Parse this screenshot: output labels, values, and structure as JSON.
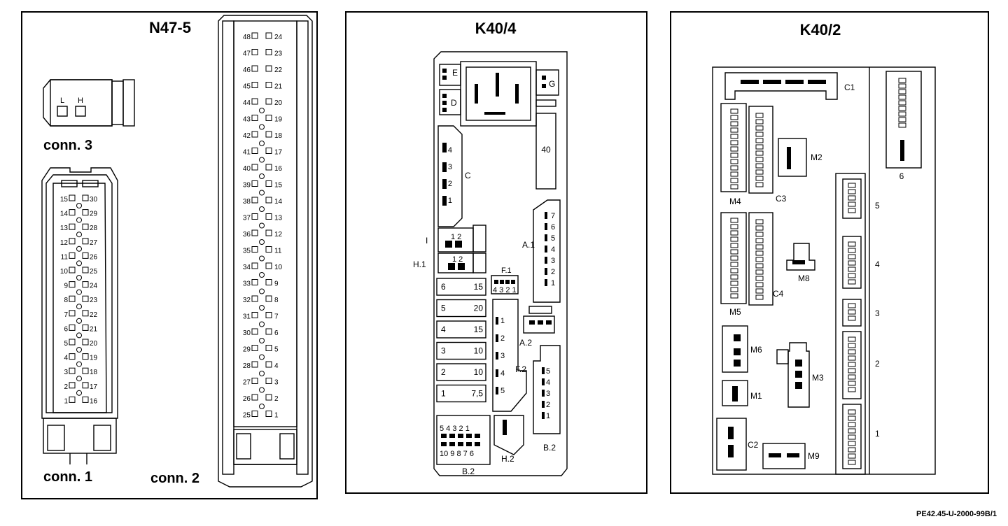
{
  "panels": {
    "n47": {
      "title": "N47-5",
      "conn3": {
        "caption": "conn. 3",
        "pin_l": "L",
        "pin_h": "H"
      },
      "conn1": {
        "caption": "conn. 1"
      },
      "conn2": {
        "caption": "conn. 2"
      }
    },
    "k40_4": {
      "title": "K40/4",
      "labels": {
        "E": "E",
        "D": "D",
        "G": "G",
        "C": "C",
        "I": "I",
        "H1": "H.1",
        "A1": "A.1",
        "F1": "F.1",
        "A2": "A.2",
        "F2": "F.2",
        "B2a": "B.2",
        "B2b": "B.2",
        "H2": "H.2",
        "relay40": "40",
        "I_pins": "1 2",
        "H1_pins": "1 2",
        "F1_pins": "4 3 2 1",
        "B2_top": "5 4 3 2 1",
        "B2_bot": "10 9 8 7 6"
      }
    },
    "k40_2": {
      "title": "K40/2",
      "labels": {
        "C1": "C1",
        "M2": "M2",
        "C3": "C3",
        "M4": "M4",
        "M8": "M8",
        "C4": "C4",
        "M5": "M5",
        "M6": "M6",
        "M3": "M3",
        "M1": "M1",
        "C2": "C2",
        "M9": "M9",
        "n6": "6",
        "n5": "5",
        "n4": "4",
        "n3": "3",
        "n2": "2",
        "n1": "1"
      }
    }
  },
  "footer": {
    "code": "PE42.45-U-2000-99B/1"
  },
  "pin_numbers": {
    "conn1_left": [
      "15",
      "14",
      "13",
      "12",
      "11",
      "10",
      "9",
      "8",
      "7",
      "6",
      "5",
      "4",
      "3",
      "2",
      "1"
    ],
    "conn1_right": [
      "30",
      "29",
      "28",
      "27",
      "26",
      "25",
      "24",
      "23",
      "22",
      "21",
      "20",
      "19",
      "18",
      "17",
      "16"
    ],
    "conn2_left": [
      "48",
      "47",
      "46",
      "45",
      "44",
      "43",
      "42",
      "41",
      "40",
      "39",
      "38",
      "37",
      "36",
      "35",
      "34",
      "33",
      "32",
      "31",
      "30",
      "29",
      "28",
      "27",
      "26",
      "25"
    ],
    "conn2_right": [
      "24",
      "23",
      "22",
      "21",
      "20",
      "19",
      "18",
      "17",
      "16",
      "15",
      "14",
      "13",
      "12",
      "11",
      "10",
      "9",
      "8",
      "7",
      "6",
      "5",
      "4",
      "3",
      "2",
      "1"
    ],
    "c_pins": [
      "4",
      "3",
      "2",
      "1"
    ],
    "a1_pins": [
      "7",
      "6",
      "5",
      "4",
      "3",
      "2",
      "1"
    ],
    "f2_pins": [
      "1",
      "2",
      "3",
      "4",
      "5"
    ],
    "b2_pins": [
      "5",
      "4",
      "3",
      "2",
      "1"
    ]
  },
  "fuses": [
    {
      "slot": "6",
      "amps": "15"
    },
    {
      "slot": "5",
      "amps": "20"
    },
    {
      "slot": "4",
      "amps": "15"
    },
    {
      "slot": "3",
      "amps": "10"
    },
    {
      "slot": "2",
      "amps": "10"
    },
    {
      "slot": "1",
      "amps": "7,5"
    }
  ]
}
